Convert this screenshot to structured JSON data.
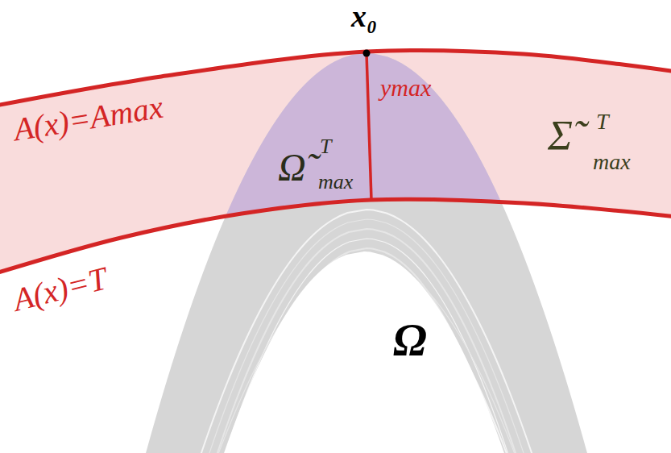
{
  "diagram": {
    "labels": [
      "x₀",
      "A(x)=Amax",
      "A(x)=T",
      "ymax",
      "Ω̃",
      "T",
      "max",
      "Σ̃",
      "T",
      "max",
      "Ω"
    ]
  }
}
